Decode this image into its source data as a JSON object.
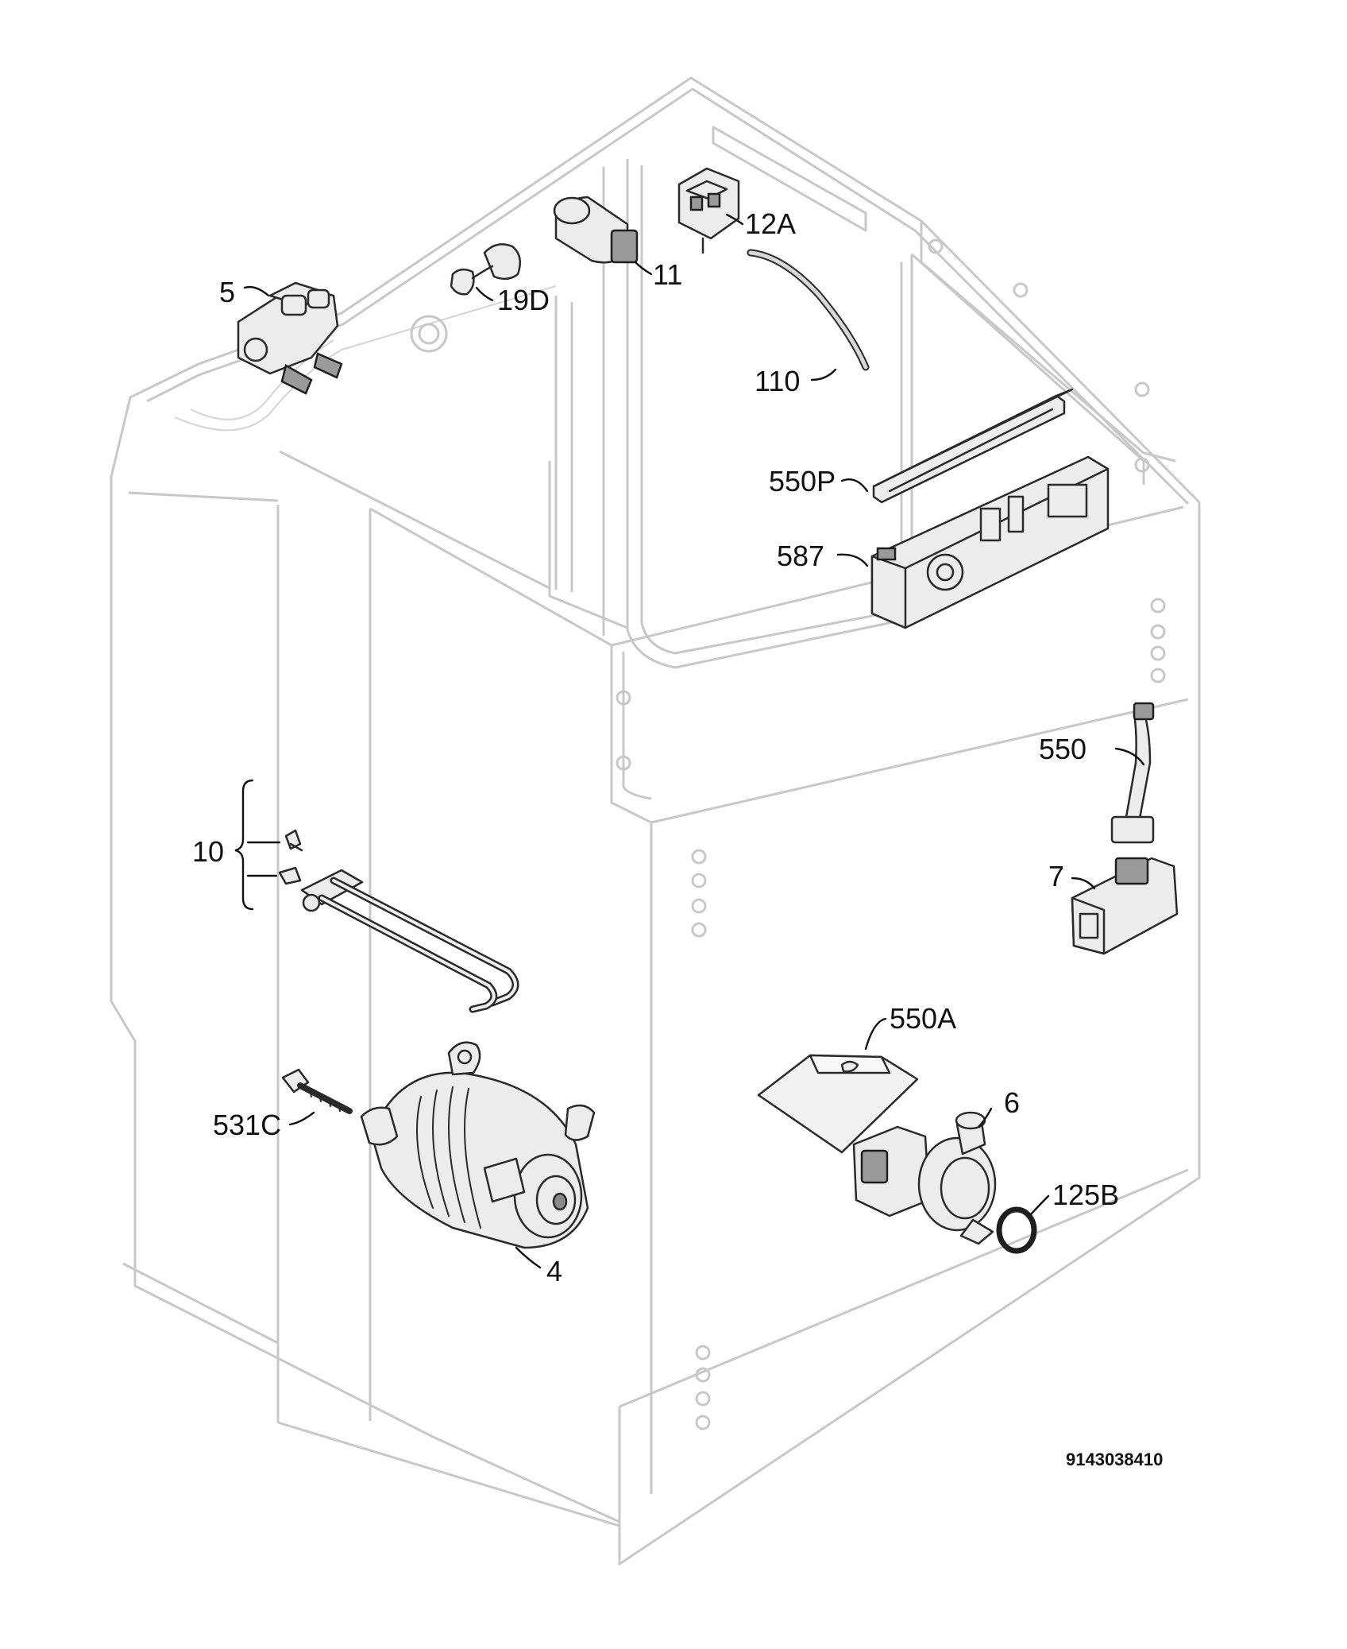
{
  "callouts": {
    "c5": "5",
    "c19d": "19D",
    "c11": "11",
    "c12a": "12A",
    "c110": "110",
    "c550p": "550P",
    "c587": "587",
    "c550": "550",
    "c7": "7",
    "c10": "10",
    "c550a": "550A",
    "c6": "6",
    "c125b": "125B",
    "c531c": "531C",
    "c4": "4"
  },
  "document_number": "9143038410"
}
